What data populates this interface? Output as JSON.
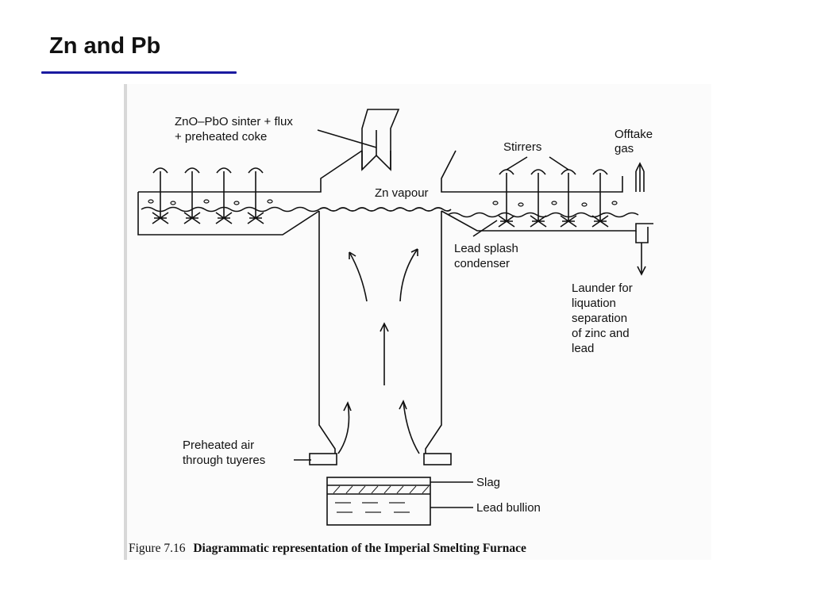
{
  "slide": {
    "title": "Zn and Pb",
    "accent_color": "#1a1aa0"
  },
  "figure": {
    "labels": {
      "charge_line1": "ZnO–PbO sinter + flux",
      "charge_line2": "+ preheated coke",
      "zn_vapour": "Zn vapour",
      "stirrers": "Stirrers",
      "offtake_line1": "Offtake",
      "offtake_line2": "gas",
      "condenser_line1": "Lead splash",
      "condenser_line2": "condenser",
      "launder_line1": "Launder for",
      "launder_line2": "liquation",
      "launder_line3": "separation",
      "launder_line4": "of zinc and",
      "launder_line5": "lead",
      "air_line1": "Preheated air",
      "air_line2": "through tuyeres",
      "slag": "Slag",
      "lead_bullion": "Lead bullion"
    },
    "caption_number": "Figure 7.16",
    "caption_text": "Diagrammatic representation of the Imperial Smelting Furnace",
    "icons": [
      "stirrer-icon",
      "flow-arrow-icon"
    ]
  }
}
